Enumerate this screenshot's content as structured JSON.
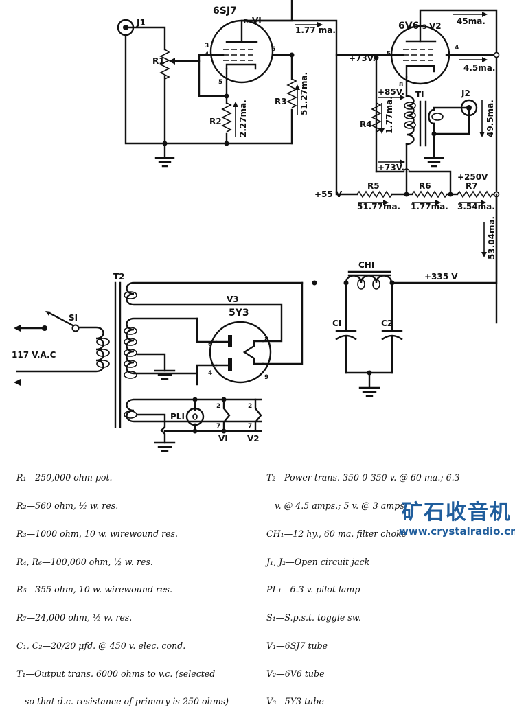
{
  "diagram": {
    "type": "schematic",
    "subject": "Two-tube audio amplifier with 5Y3 rectifier power supply",
    "components": {
      "J1": "J1",
      "J2": "J2",
      "R1": "R1",
      "R2": "R2",
      "R3": "R3",
      "R4": "R4",
      "R5": "R5",
      "R6": "R6",
      "R7": "R7",
      "V1": {
        "ref": "VI",
        "type": "6SJ7",
        "pins": {
          "plate": "8",
          "g1": "3",
          "g2": "4",
          "g3": "6",
          "cathode": "5"
        }
      },
      "V2": {
        "ref": "V2",
        "type": "6V6",
        "pins": {
          "plate": "3",
          "g1": "5",
          "g2": "4",
          "cathode": "8"
        }
      },
      "V3": {
        "ref": "V3",
        "type": "5Y3",
        "pins": {
          "plate_a": "6",
          "plate_b": "4",
          "fil_a": "8",
          "fil_b": "9"
        }
      },
      "T1": "TI",
      "T2": "T2",
      "CH1": "CHI",
      "C1": "CI",
      "C2": "C2",
      "S1": "SI",
      "PL1": "PLI",
      "heater_v1": "VI",
      "heater_v2": "V2",
      "heater_pin_top": "2",
      "heater_pin_bottom": "7"
    },
    "annotations": {
      "v1_plate_current": "1.77 ma.",
      "r2_current": "2.27ma.",
      "r3_current": "51.27ma.",
      "v2_grid_voltage": "+73V.",
      "v2_plate_current": "45ma.",
      "v2_screen_current": "4.5ma.",
      "v2_cathode_voltage": "+85V.",
      "r4_current": "1.77ma.",
      "t1_current": "49.5ma.",
      "t1_bottom_voltage": "+73V.",
      "r5_left_voltage": "+55 V",
      "r7_voltage": "+250V",
      "r5_current": "51.77ma.",
      "r6_current": "1.77ma.",
      "r7_current": "3.54ma.",
      "supply_current": "53.04ma.",
      "b_plus": "+335 V",
      "ac_input": "117 V.A.C"
    }
  },
  "parts_list": {
    "left": [
      "R₁—250,000 ohm pot.",
      "R₂—560 ohm, ½ w. res.",
      "R₃—1000 ohm, 10 w. wirewound res.",
      "R₄, R₆—100,000 ohm, ½ w. res.",
      "R₅—355 ohm, 10 w. wirewound res.",
      "R₇—24,000 ohm, ½ w. res.",
      "C₁, C₂—20/20 μfd. @ 450 v. elec. cond.",
      "T₁—Output trans. 6000 ohms to v.c. (selected",
      "   so that d.c. resistance of primary is 250 ohms)"
    ],
    "right": [
      "T₂—Power trans. 350-0-350 v. @ 60 ma.; 6.3",
      "   v. @ 4.5 amps.; 5 v. @ 3 amps.",
      "CH₁—12 hy., 60 ma. filter choke",
      "J₁, J₂—Open circuit jack",
      "PL₁—6.3 v. pilot lamp",
      "S₁—S.p.s.t. toggle sw.",
      "V₁—6SJ7 tube",
      "V₂—6V6 tube",
      "V₃—5Y3 tube"
    ]
  },
  "watermark": {
    "chinese": "矿石收音机",
    "url": "www.crystalradio.cn",
    "color": "#1f5d9c"
  }
}
